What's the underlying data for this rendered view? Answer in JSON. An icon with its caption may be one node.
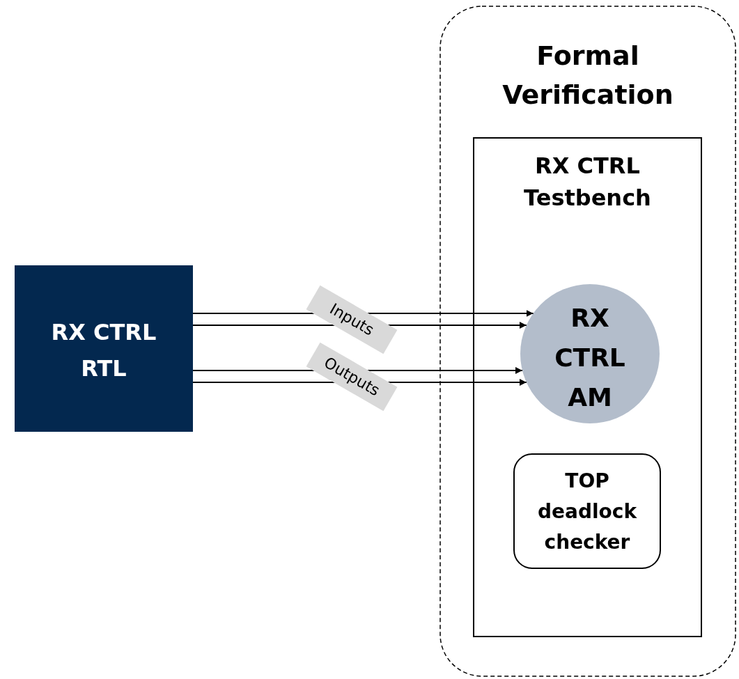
{
  "diagram": {
    "nodes": [
      {
        "text": [
          "Formal Verification"
        ]
      },
      {
        "text": [
          "RX CTRL Testbench"
        ],
        "in": 0
      },
      {
        "text": [
          "RX CTRL AM"
        ],
        "in": 1
      },
      {
        "text": [
          "TOP deadlock checker"
        ],
        "in": 1
      },
      {
        "text": [
          "RX CTRL RTL"
        ]
      }
    ],
    "edges": [
      {
        "from": 4,
        "to": 2,
        "arrow": "to",
        "label": "Inputs"
      },
      {
        "from": 4,
        "to": 2,
        "arrow": "to"
      },
      {
        "from": 4,
        "to": 2,
        "arrow": "to",
        "label": "Outputs"
      },
      {
        "from": 4,
        "to": 2,
        "arrow": "to"
      }
    ]
  }
}
